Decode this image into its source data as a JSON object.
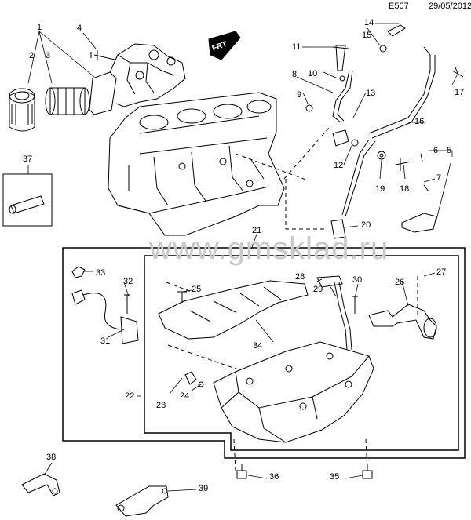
{
  "header": {
    "code": "E507",
    "date": "29/05/2012"
  },
  "watermark": "www.gmsklad.ru",
  "engine_badge": "FRT",
  "callouts": [
    "1",
    "2",
    "3",
    "4",
    "5",
    "6",
    "7",
    "8",
    "9",
    "10",
    "11",
    "12",
    "13",
    "14",
    "15",
    "16",
    "17",
    "18",
    "19",
    "20",
    "21",
    "22",
    "23",
    "24",
    "25",
    "26",
    "27",
    "28",
    "29",
    "30",
    "31",
    "32",
    "33",
    "34",
    "35",
    "36",
    "37",
    "38",
    "39"
  ],
  "colors": {
    "line": "#000000",
    "watermark": "#c9c9c9",
    "background": "#ffffff"
  }
}
